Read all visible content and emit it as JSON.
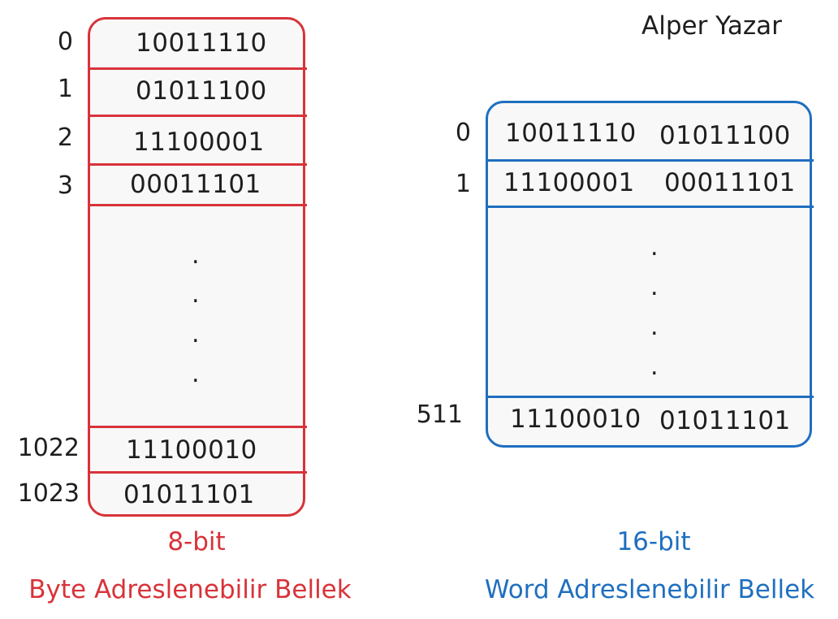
{
  "author": "Alper Yazar",
  "byte_memory": {
    "rows": [
      {
        "address": "0",
        "value": "10011110"
      },
      {
        "address": "1",
        "value": "01011100"
      },
      {
        "address": "2",
        "value": "11100001"
      },
      {
        "address": "3",
        "value": "00011101"
      },
      {
        "address": "1022",
        "value": "11100010"
      },
      {
        "address": "1023",
        "value": "01011101"
      }
    ],
    "ellipsis": ".",
    "bits_label": "8-bit",
    "title": "Byte Adreslenebilir Bellek",
    "color": "#d8333a"
  },
  "word_memory": {
    "rows": [
      {
        "address": "0",
        "high": "10011110",
        "low": "01011100"
      },
      {
        "address": "1",
        "high": "11100001",
        "low": "00011101"
      },
      {
        "address": "511",
        "high": "11100010",
        "low": "01011101"
      }
    ],
    "ellipsis": ".",
    "bits_label": "16-bit",
    "title": "Word Adreslenebilir Bellek",
    "color": "#1f6fbf"
  }
}
